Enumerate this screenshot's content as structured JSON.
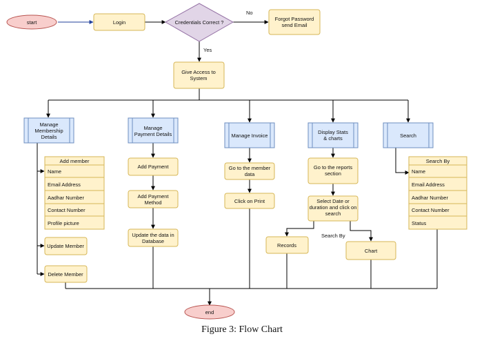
{
  "nodes": {
    "start": "start",
    "login": "Login",
    "credentials": "Credentials Correct ?",
    "forgot": [
      "Forgot Password",
      "send Email"
    ],
    "access": [
      "Give Access to",
      "System"
    ],
    "membership": [
      "Manage",
      "Membership",
      "Details"
    ],
    "payment": [
      "Manage",
      "Payment Details"
    ],
    "invoice": "Manage Invoice",
    "stats": [
      "Display Stats",
      "& charts"
    ],
    "search": "Search",
    "add_payment": "Add Payment",
    "add_payment_method": [
      "Add Payment",
      "Method"
    ],
    "update_db": [
      "Update the data in",
      "Database"
    ],
    "goto_member": [
      "Go to the member",
      "data"
    ],
    "click_print": "Click on Print",
    "goto_reports": [
      "Go to the reports",
      "section"
    ],
    "select_date": [
      "Select Date or",
      "duration and click on",
      "search"
    ],
    "records": "Records",
    "chart": "Chart",
    "update_member": "Update Member",
    "delete_member": "Delete Member",
    "end": "end"
  },
  "add_member": {
    "header": "Add member",
    "fields": [
      "Name",
      "Email Address",
      "Aadhar Number",
      "Contact Number",
      "Profile picture"
    ]
  },
  "search_by": {
    "header": "Search By",
    "fields": [
      "Name",
      "Email Address",
      "Aadhar Number",
      "Contact Number",
      "Status"
    ]
  },
  "edge_labels": {
    "no": "No",
    "yes": "Yes",
    "search_by": "Search By"
  },
  "caption": "Figure 3: Flow Chart",
  "colors": {
    "process_fill": "#fff2cc",
    "process_stroke": "#d6b656",
    "module_fill": "#dae8fc",
    "module_stroke": "#6c8ebf",
    "decision_fill": "#e1d5e7",
    "decision_stroke": "#9673a6",
    "terminal_fill": "#f8cecc",
    "terminal_stroke": "#b85450",
    "line": "#000000",
    "arrow_blue": "#1f3f9a"
  }
}
